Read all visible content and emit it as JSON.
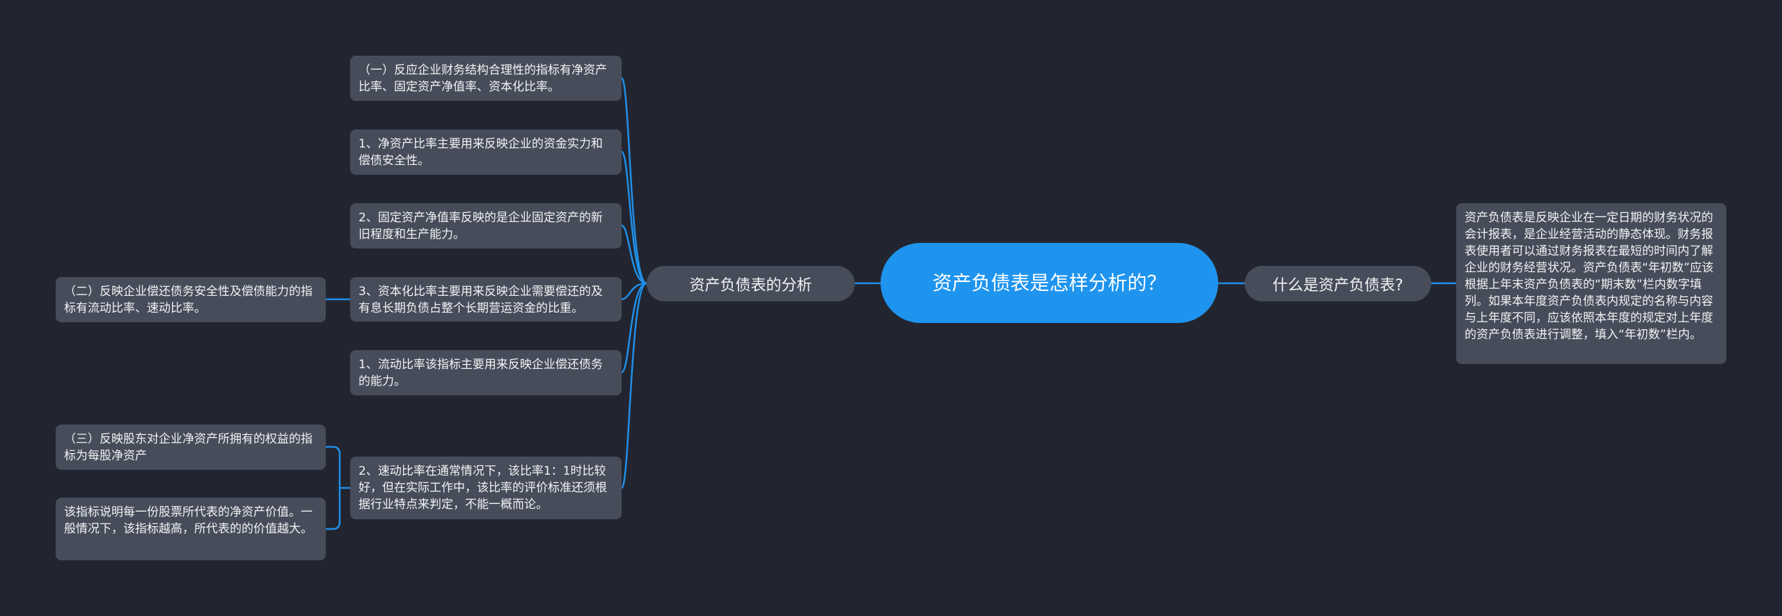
{
  "center": {
    "title": "资产负债表是怎样分析的？"
  },
  "branches": {
    "left": {
      "label": "资产负债表的分析"
    },
    "right": {
      "label": "什么是资产负债表?"
    }
  },
  "left_nodes": [
    "（一）反应企业财务结构合理性的指标有净资产比率、固定资产净值率、资本化比率。",
    "1、净资产比率主要用来反映企业的资金实力和偿债安全性。",
    "2、固定资产净值率反映的是企业固定资产的新旧程度和生产能力。",
    "3、资本化比率主要用来反映企业需要偿还的及有息长期负债占整个长期营运资金的比重。",
    "1、流动比率该指标主要用来反映企业偿还债务的能力。",
    "2、速动比率在通常情况下，该比率1：1时比较好，但在实际工作中，该比率的评价标准还须根据行业特点来判定，不能一概而论。"
  ],
  "far_left_nodes": [
    "（二）反映企业偿还债务安全性及偿债能力的指标有流动比率、速动比率。",
    "（三）反映股东对企业净资产所拥有的权益的指标为每股净资产",
    "该指标说明每一份股票所代表的净资产价值。一般情况下，该指标越高，所代表的的价值越大。"
  ],
  "right_node": "资产负债表是反映企业在一定日期的财务状况的会计报表，是企业经营活动的静态体现。财务报表使用者可以通过财务报表在最短的时间内了解企业的财务经营状况。资产负债表“年初数”应该根据上年末资产负债表的“期末数”栏内数字填列。如果本年度资产负债表内规定的名称与内容与上年度不同，应该依照本年度的规定对上年度的资产负债表进行调整，填入“年初数”栏内。",
  "colors": {
    "background": "#22252f",
    "node": "#474c5a",
    "accent": "#1e94ef",
    "line": "#1f8fe8"
  }
}
